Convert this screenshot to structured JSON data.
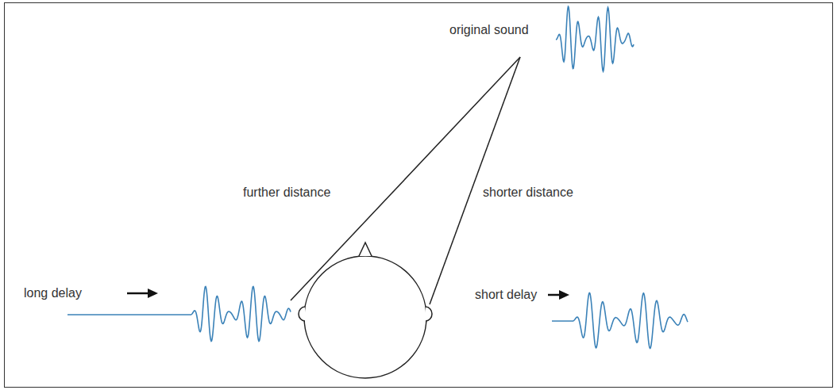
{
  "diagram": {
    "labels": [
      "original sound",
      "further distance",
      "shorter distance",
      "long delay",
      "short delay"
    ]
  }
}
